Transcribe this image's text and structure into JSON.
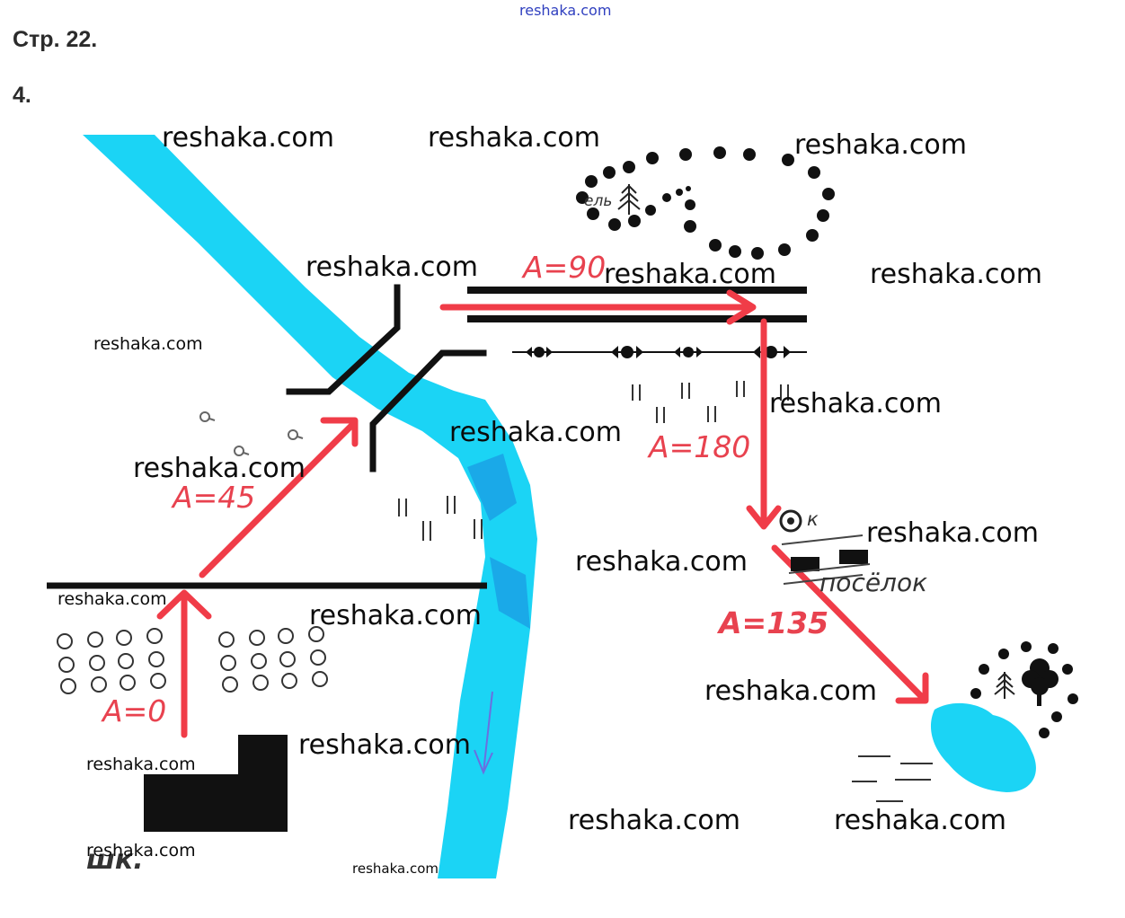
{
  "header": {
    "site": "reshaka.com",
    "page": "Стр. 22.",
    "task": "4."
  },
  "map_labels": {
    "spruce": "ель",
    "settlement": "посёлок",
    "spring_marker": "к",
    "school": "шк."
  },
  "route": [
    {
      "label": "A=0"
    },
    {
      "label": "A=45"
    },
    {
      "label": "A=90"
    },
    {
      "label": "A=180"
    },
    {
      "label": "A=135"
    }
  ],
  "watermarks": [
    "reshaka.com",
    "reshaka.com",
    "reshaka.com",
    "reshaka.com",
    "reshaka.com",
    "reshaka.com",
    "reshaka.com",
    "reshaka.com",
    "reshaka.com",
    "reshaka.com",
    "reshaka.com",
    "reshaka.com",
    "reshaka.com",
    "reshaka.com",
    "reshaka.com",
    "reshaka.com",
    "reshaka.com",
    "reshaka.com",
    "reshaka.com",
    "reshaka.com"
  ],
  "colors": {
    "water": "#1bd4f5",
    "route_arrow": "#f03c48",
    "black": "#111111"
  },
  "icons": [
    "spruce-tree-icon",
    "deciduous-tree-icon",
    "spring-icon",
    "building-icon"
  ]
}
